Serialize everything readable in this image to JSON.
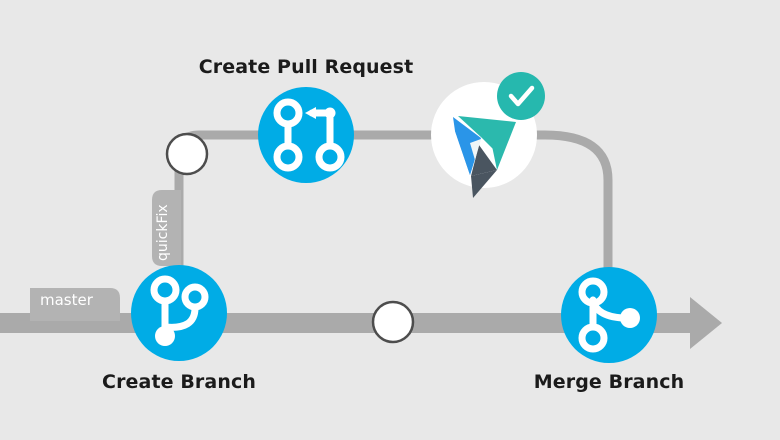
{
  "diagram": {
    "title_nodes": {
      "pull_request": "Create Pull Request",
      "create_branch": "Create Branch",
      "merge_branch": "Merge Branch"
    },
    "branch_tags": {
      "master": "master",
      "feature": "quickFix"
    },
    "colors": {
      "background": "#e8e8e8",
      "node_blue": "#00ace6",
      "line_gray": "#aaaaaa",
      "tag_gray": "#b3b3b3",
      "text_dark": "#1b1b1b",
      "badge_teal": "#26b8ae",
      "logo_teal": "#2bb9ad",
      "logo_blue": "#2a95e8",
      "logo_dark": "#4a5560",
      "white": "#ffffff",
      "commit_outline": "#4d4d4d"
    },
    "icons": {
      "create_branch": "git-branch-icon",
      "pull_request": "git-pull-request-icon",
      "merge_branch": "git-merge-icon",
      "ci_logo": "appveyor-logo-icon",
      "ci_status": "check-badge-icon"
    }
  }
}
